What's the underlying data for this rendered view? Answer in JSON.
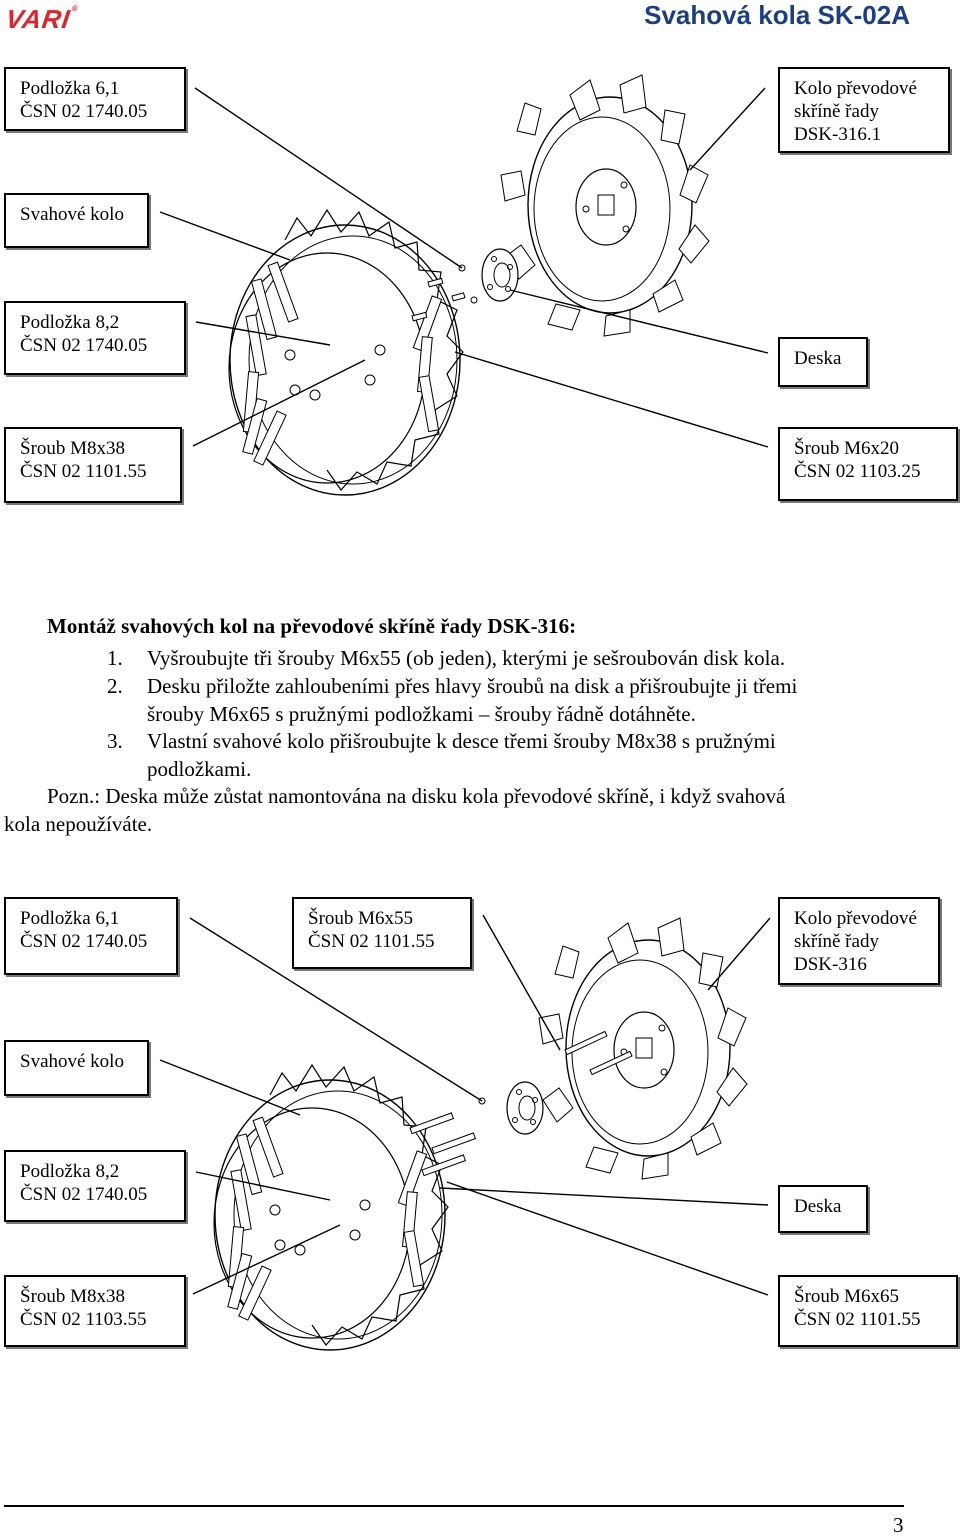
{
  "header": {
    "logo": "VARI",
    "title": "Svahová kola SK-02A"
  },
  "diagram1": {
    "labels": {
      "washer_6": [
        "Podložka 6,1",
        "ČSN 02 1740.05"
      ],
      "slope_wheel": [
        "Svahové kolo"
      ],
      "washer_8": [
        "Podložka 8,2",
        "ČSN 02 1740.05"
      ],
      "screw_m8": [
        "Šroub M8x38",
        "ČSN 02 1101.55"
      ],
      "gear_wheel": [
        "Kolo převodové",
        "skříně řady",
        "DSK-316.1"
      ],
      "plate": [
        "Deska"
      ],
      "screw_m6": [
        "Šroub M6x20",
        "ČSN 02 1103.25"
      ]
    }
  },
  "instructions": {
    "heading": "Montáž svahových kol na převodové skříně řady DSK-316:",
    "steps": [
      {
        "num": "1.",
        "lines": [
          "Vyšroubujte tři šrouby M6x55 (ob jeden), kterými je sešroubován disk kola."
        ]
      },
      {
        "num": "2.",
        "lines": [
          "Desku přiložte zahloubeními přes hlavy šroubů na disk a přišroubujte ji třemi",
          "šrouby M6x65 s pružnými podložkami – šrouby řádně dotáhněte."
        ]
      },
      {
        "num": "3.",
        "lines": [
          "Vlastní svahové kolo přišroubujte k desce třemi šrouby M8x38 s pružnými",
          "podložkami."
        ]
      }
    ],
    "note_line1": "Pozn.: Deska může zůstat namontována na disku kola převodové skříně, i když svahová",
    "note_line2": "kola nepoužíváte."
  },
  "diagram2": {
    "labels": {
      "washer_6": [
        "Podložka 6,1",
        "ČSN 02 1740.05"
      ],
      "screw_m6x55": [
        "Šroub M6x55",
        "ČSN 02 1101.55"
      ],
      "gear_wheel": [
        "Kolo převodové",
        "skříně řady",
        "DSK-316"
      ],
      "slope_wheel": [
        "Svahové kolo"
      ],
      "washer_8": [
        "Podložka 8,2",
        "ČSN 02 1740.05"
      ],
      "plate": [
        "Deska"
      ],
      "screw_m8": [
        "Šroub M8x38",
        "ČSN 02 1103.55"
      ],
      "screw_m6x65": [
        "Šroub M6x65",
        "ČSN 02 1101.55"
      ]
    }
  },
  "footer": {
    "page_number": "3"
  },
  "colors": {
    "logo": "#e4202a",
    "title": "#1a3e88"
  }
}
